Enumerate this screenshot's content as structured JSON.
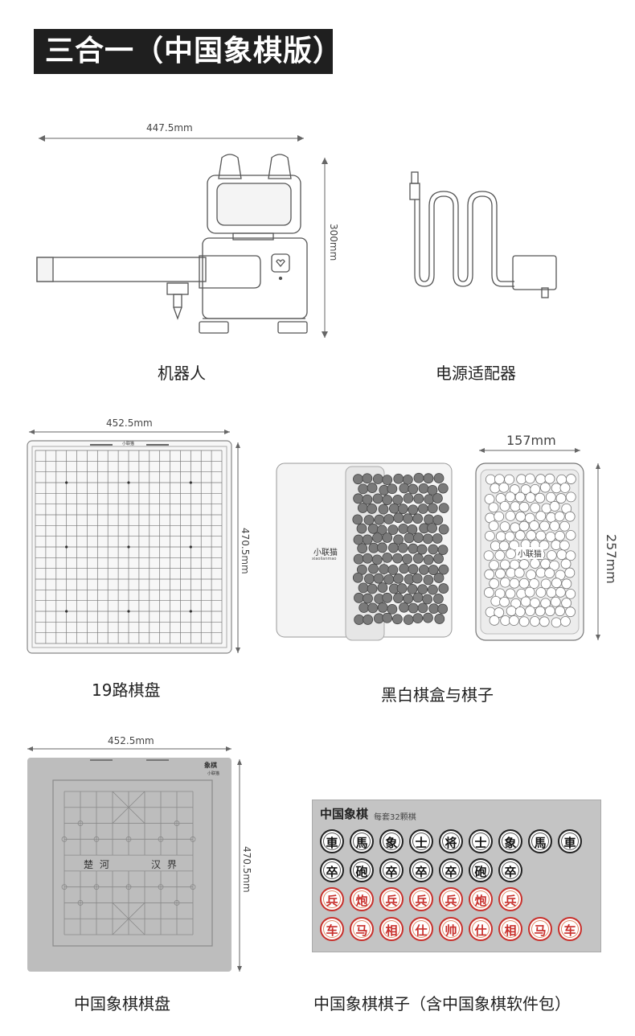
{
  "header": {
    "title": "三合一（中国象棋版）"
  },
  "robot": {
    "caption": "机器人",
    "width_label": "447.5mm",
    "height_label": "300mm"
  },
  "adapter": {
    "caption": "电源适配器"
  },
  "go_board": {
    "caption": "19路棋盘",
    "width_label": "452.5mm",
    "height_label": "470.5mm",
    "brand": "小联猫"
  },
  "stone_box": {
    "caption": "黑白棋盒与棋子",
    "width_label": "157mm",
    "height_label": "257mm",
    "brand": "小联猫",
    "brand_sub": "xiaolianmao"
  },
  "xiangqi_board": {
    "caption": "中国象棋棋盘",
    "width_label": "452.5mm",
    "height_label": "470.5mm",
    "brand_top": "象棋",
    "brand_sub": "小联猫",
    "river_left": "楚 河",
    "river_right": "汉 界"
  },
  "xiangqi_pieces": {
    "caption": "中国象棋棋子（含中国象棋软件包）",
    "title": "中国象棋",
    "subtitle": "每套32颗棋",
    "rows": [
      {
        "color": "black",
        "pieces": [
          "車",
          "馬",
          "象",
          "士",
          "将",
          "士",
          "象",
          "馬",
          "車"
        ]
      },
      {
        "color": "black",
        "pieces": [
          "卒",
          "砲",
          "卒",
          "卒",
          "卒",
          "砲",
          "卒"
        ]
      },
      {
        "color": "red",
        "pieces": [
          "兵",
          "炮",
          "兵",
          "兵",
          "兵",
          "炮",
          "兵"
        ]
      },
      {
        "color": "red",
        "pieces": [
          "车",
          "马",
          "相",
          "仕",
          "帅",
          "仕",
          "相",
          "马",
          "车"
        ]
      }
    ]
  },
  "colors": {
    "banner_bg": "#1f1f1f",
    "line_gray": "#555555",
    "board_gray": "#bdbdbd",
    "piece_red": "#c8302c"
  }
}
